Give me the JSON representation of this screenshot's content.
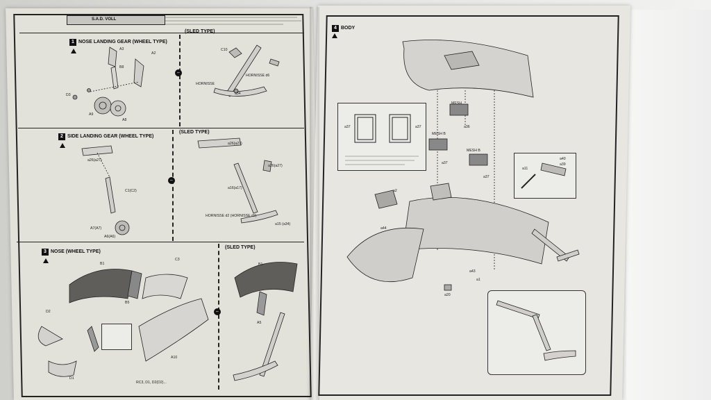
{
  "header": {
    "code": "S.A.D. VOLL"
  },
  "steps": {
    "s1": {
      "num": "1",
      "title": "NOSE LANDING GEAR (WHEEL TYPE)",
      "alt": "(SLED TYPE)"
    },
    "s2": {
      "num": "2",
      "title": "SIDE LANDING GEAR (WHEEL TYPE)",
      "alt": "(SLED TYPE)"
    },
    "s3": {
      "num": "3",
      "title": "NOSE (WHEEL TYPE)",
      "alt": "(SLED TYPE)"
    },
    "s4": {
      "num": "4",
      "title": "BODY"
    }
  },
  "labels": {
    "a3": "A3",
    "b8": "B8",
    "a2": "A2",
    "d3": "D3",
    "a9": "A9",
    "a8": "A8",
    "c10": "C10",
    "hornisse": "HORNISSE",
    "hornisse_d6": "HORNISSE d6",
    "a34": "a34",
    "a26": "a26(a27)",
    "c1": "C1(C2)",
    "a7": "A7(A7)",
    "a6": "A6(A6)",
    "a16": "a16(a17)",
    "a15": "a15 (a34)",
    "hornisse_d2": "HORNISSE d2 (HORNISSE d2)",
    "b1": "B1",
    "c3": "C3",
    "b5": "B5",
    "d2": "D2",
    "d1": "D1",
    "a10": "A10",
    "a5": "A5",
    "mesh": "MESH",
    "mesh_a": "MESH A",
    "mesh_b": "MESH B",
    "a36": "a36",
    "a37": "a37",
    "a44": "a44",
    "a20": "a20",
    "a1": "a1",
    "a43": "a43",
    "a11": "a11",
    "a40": "a40",
    "a39": "a39",
    "a2r": "a2",
    "foot": "RC3, D1, D2(D2)..."
  }
}
